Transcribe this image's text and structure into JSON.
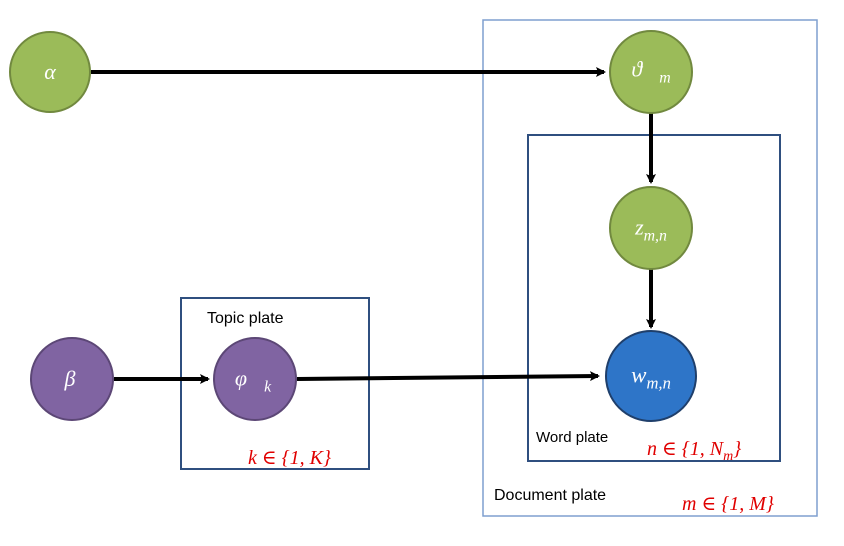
{
  "nodes": {
    "alpha": {
      "symbol": "α",
      "sub": ""
    },
    "theta": {
      "symbol": "ϑ⃗",
      "sub": "m"
    },
    "z": {
      "symbol": "z",
      "sub": "m,n"
    },
    "w": {
      "symbol": "w",
      "sub": "m,n"
    },
    "beta": {
      "symbol": "β",
      "sub": ""
    },
    "phi": {
      "symbol": "φ⃗",
      "sub": "k"
    }
  },
  "plates": {
    "topic": {
      "label": "Topic plate",
      "range": "k ∈ {1, K}"
    },
    "word": {
      "label": "Word plate",
      "range": "n ∈ {1, N",
      "range_sub": "m",
      "range_end": "}"
    },
    "document": {
      "label": "Document plate",
      "range": "m ∈ {1, M}"
    }
  },
  "colors": {
    "green_fill": "#9bbb59",
    "green_stroke": "#71893f",
    "purple_fill": "#8064a2",
    "purple_stroke": "#5c4776",
    "blue_fill": "#2e75c8",
    "blue_stroke": "#1f3f6b",
    "plate_dark": "#2f4f7f",
    "plate_light": "#7f9fcf",
    "arrow": "#000000",
    "range_text": "#e00000"
  }
}
